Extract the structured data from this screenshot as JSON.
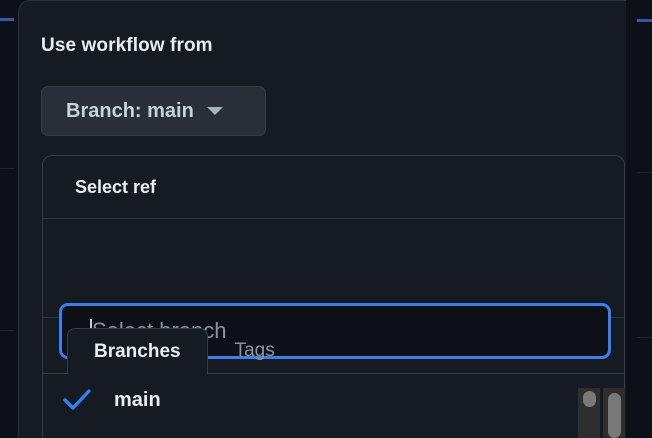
{
  "dialog": {
    "title": "Use workflow from",
    "branch_button": {
      "label": "Branch: main",
      "caret_icon": "chevron-down-icon"
    }
  },
  "ref_popover": {
    "header_title": "Select ref",
    "search": {
      "value": "",
      "placeholder": "Select branch",
      "focused": true,
      "caret_visible": true
    },
    "tabs": [
      {
        "label": "Branches",
        "active": true
      },
      {
        "label": "Tags",
        "active": false
      }
    ],
    "items": [
      {
        "label": "main",
        "selected": true,
        "check_icon": "check-icon"
      }
    ]
  },
  "colors": {
    "page_background": "#0d1117",
    "dialog_background": "#161b22",
    "border": "#30363d",
    "accent_focus": "#3b7ef0",
    "accent_check": "#2f81f7",
    "text_primary": "#e6edf3",
    "text_muted": "#8b949e",
    "button_background": "#2a2f37",
    "scrollbar_thumb": "#797979",
    "scrollbar_track": "#2e2e2e"
  }
}
